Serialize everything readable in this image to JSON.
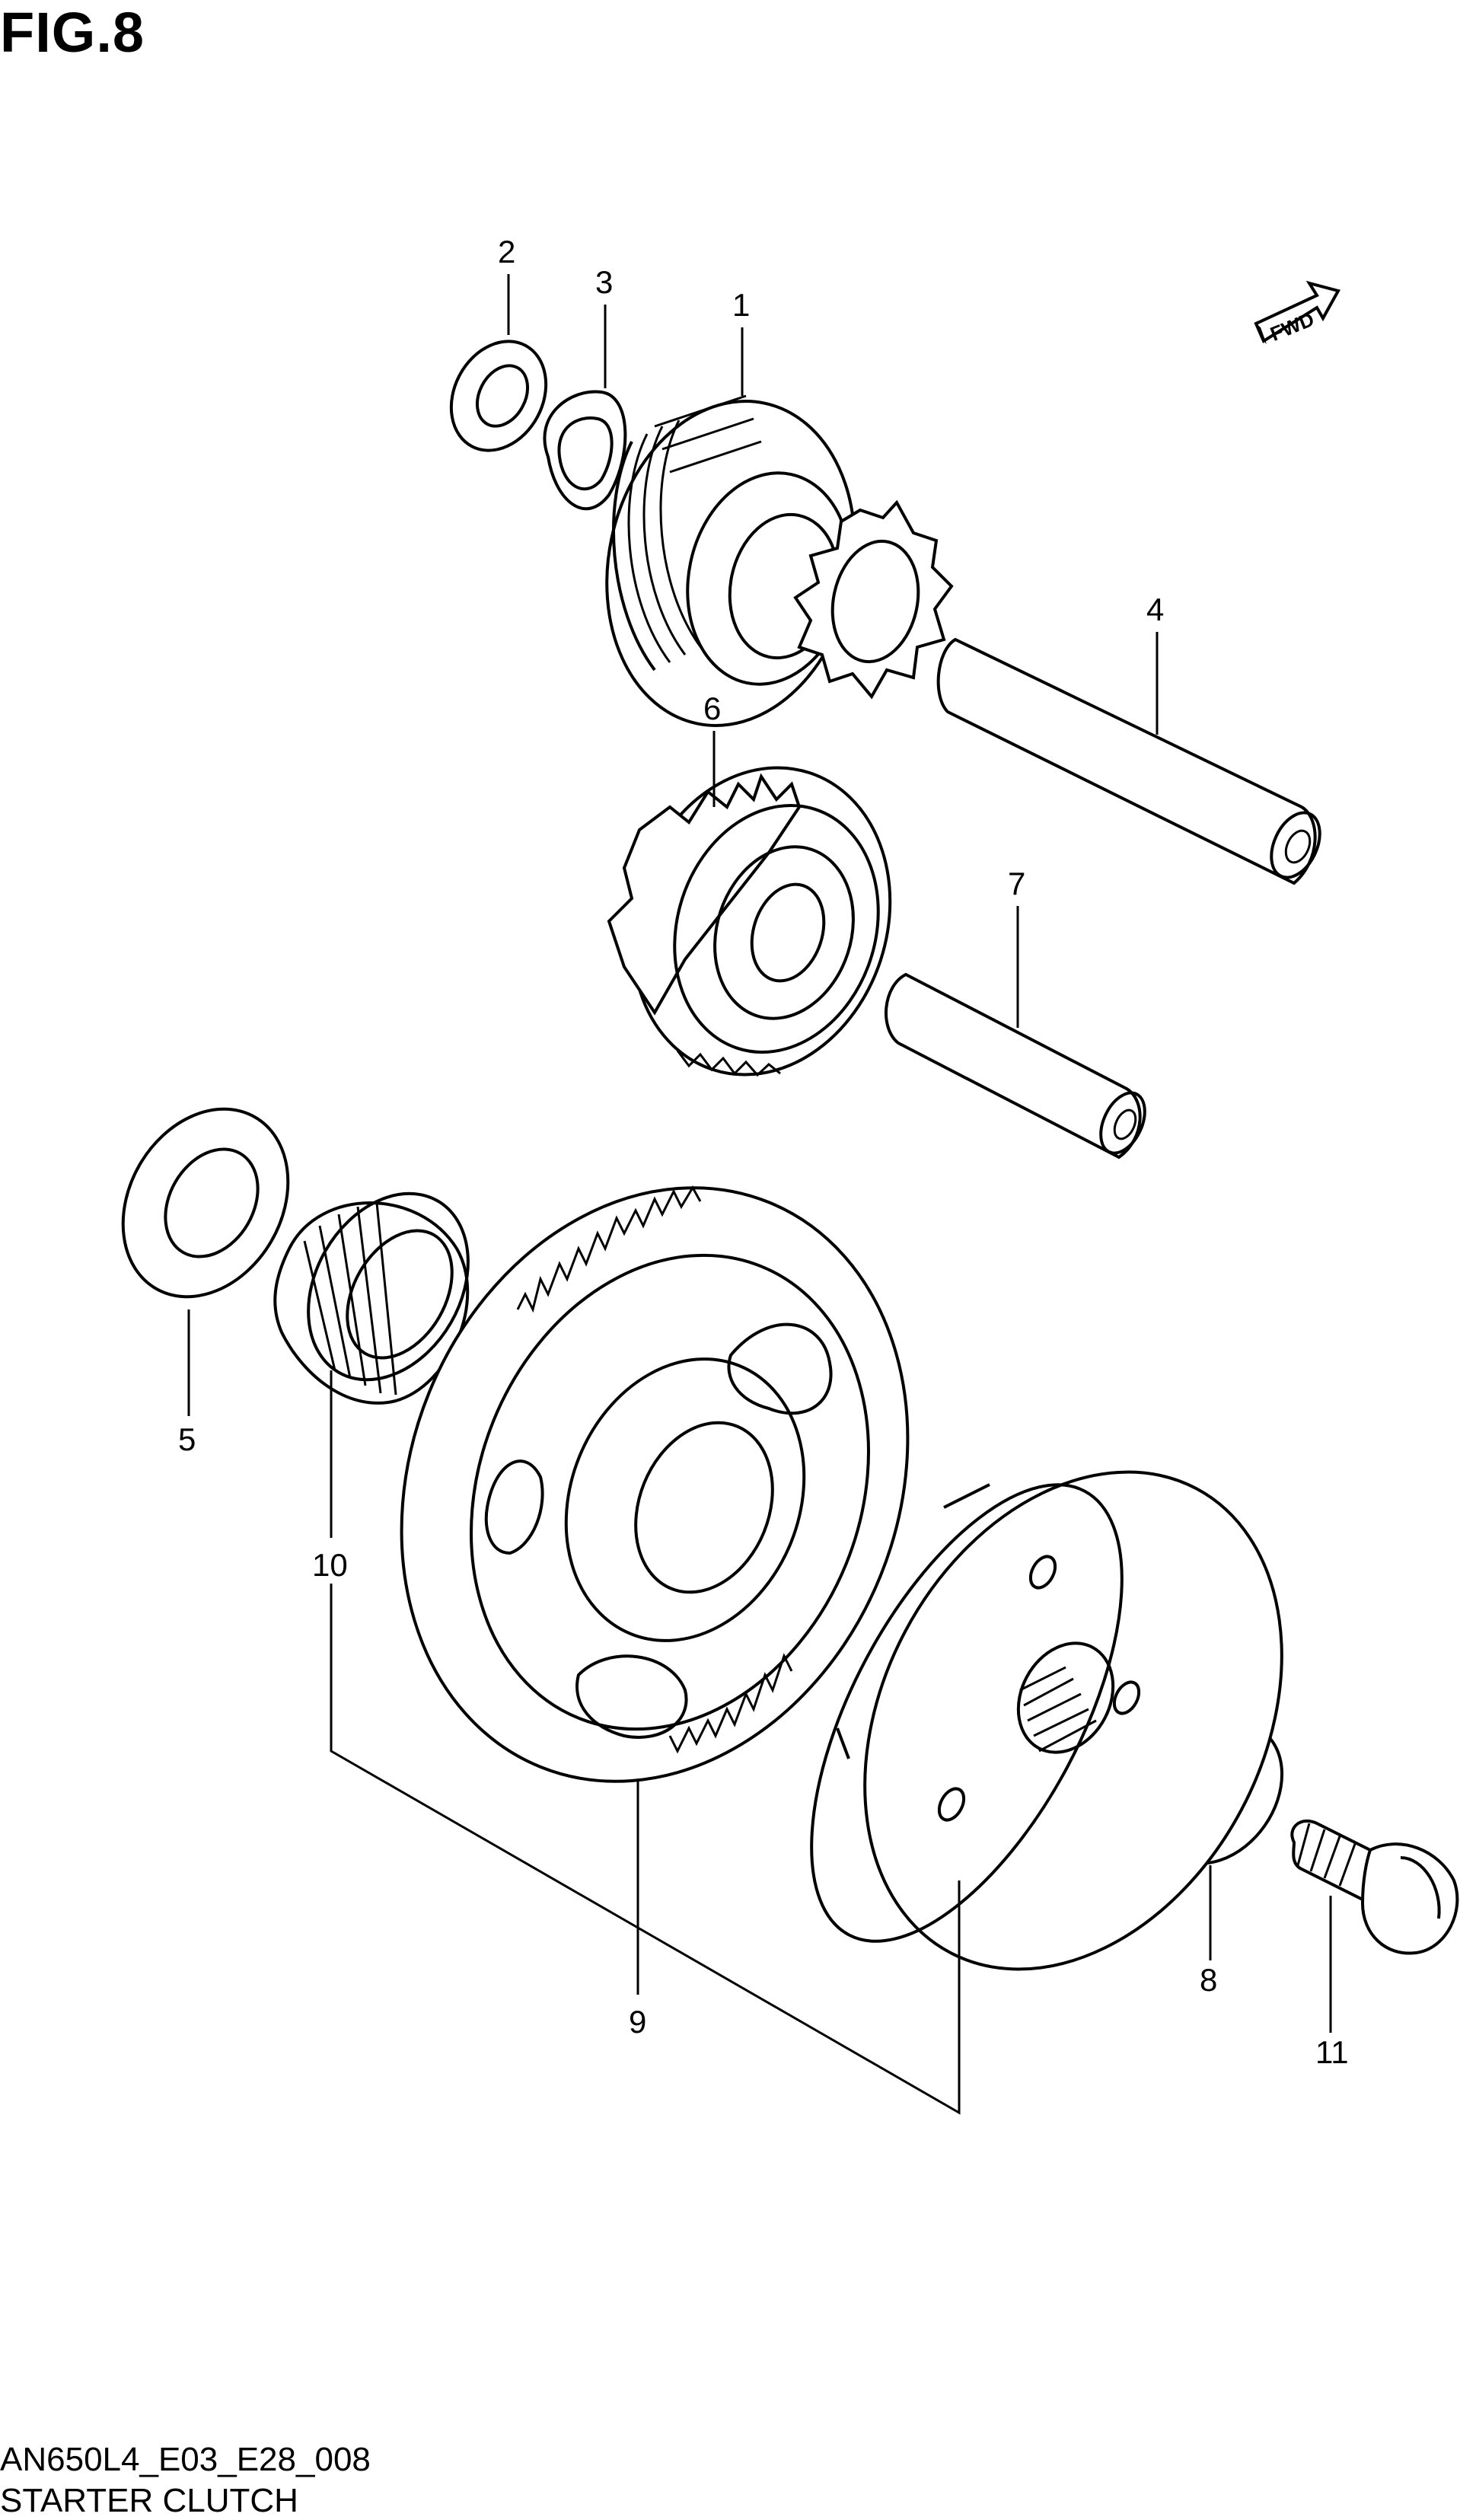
{
  "figure": {
    "title": "FIG.8",
    "code": "AN650L4_E03_E28_008",
    "name": "STARTER CLUTCH",
    "fwd_label": "FWD"
  },
  "callouts": [
    "1",
    "2",
    "3",
    "4",
    "5",
    "6",
    "7",
    "8",
    "9",
    "10",
    "11"
  ]
}
